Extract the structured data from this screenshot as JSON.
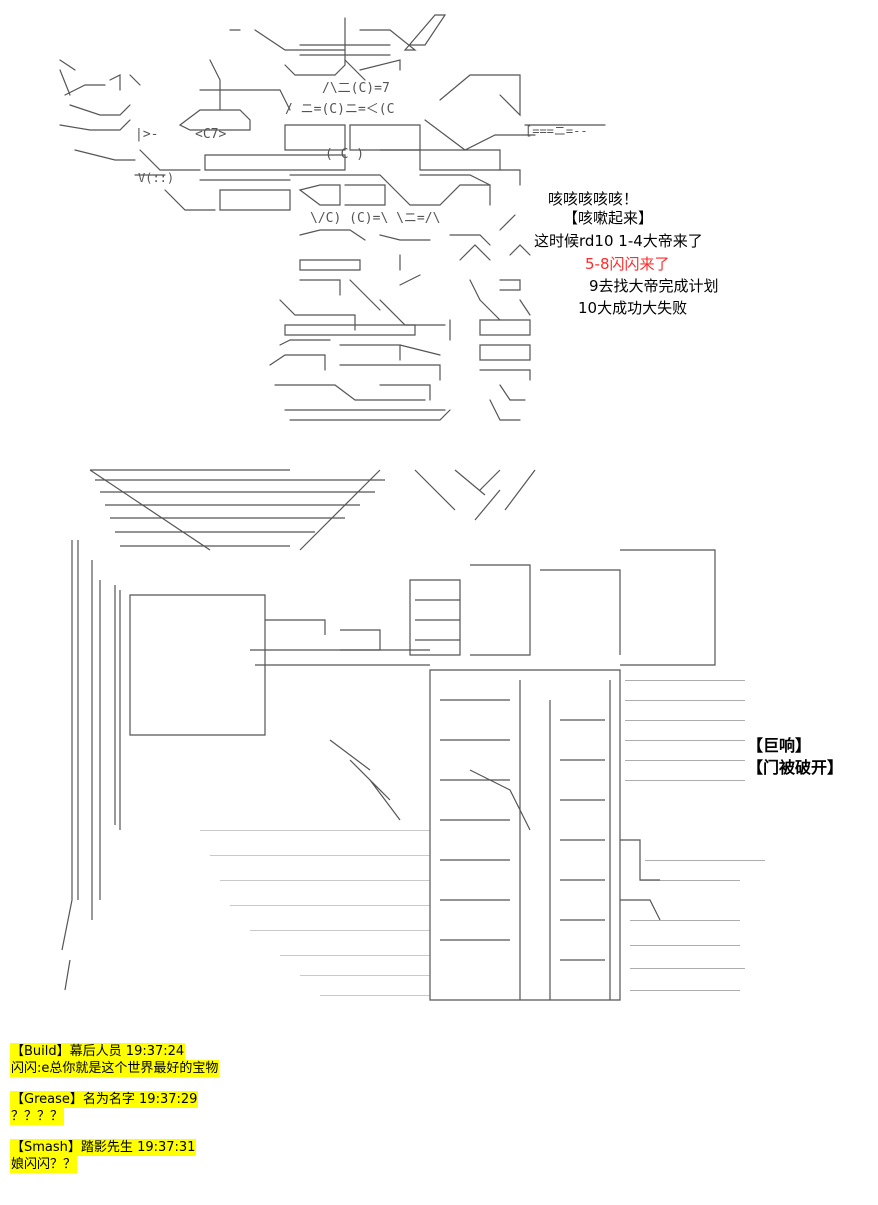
{
  "dialogue": {
    "line1": "咳咳咳咳咳！",
    "line2": "【咳嗽起来】",
    "line3": "这时候rd10 1-4大帝来了",
    "line4": "5-8闪闪来了",
    "line5": "9去找大帝完成计划",
    "line6": "10大成功大失败"
  },
  "sfx": {
    "line1": "【巨响】",
    "line2": "【门被破开】"
  },
  "chat": [
    {
      "user": "【Build】",
      "name": "幕后人员",
      "time": "19:37:24",
      "message": "闪闪:e总你就是这个世界最好的宝物"
    },
    {
      "user": "【Grease】",
      "name": "名为名字",
      "time": "19:37:29",
      "message": "？？？？"
    },
    {
      "user": "【Smash】",
      "name": "踏影先生",
      "time": "19:37:31",
      "message": "娘闪闪？？"
    }
  ],
  "colors": {
    "highlight": "#ffff00",
    "red_text": "#ff2a2a",
    "line_art": "#555555"
  }
}
